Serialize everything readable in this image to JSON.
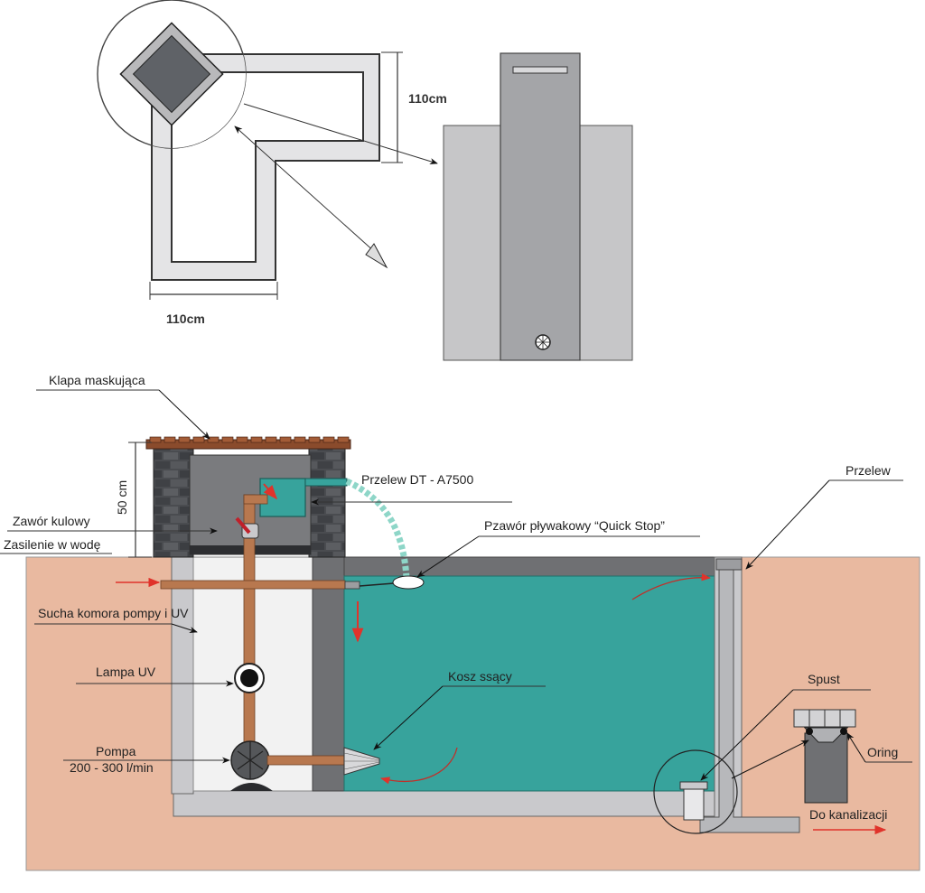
{
  "top": {
    "dim_vertical": "110cm",
    "dim_horizontal": "110cm"
  },
  "section": {
    "height_label": "50 cm",
    "labels": {
      "flap": "Klapa maskująca",
      "overflow_dt": "Przelew DT - A7500",
      "ball_valve": "Zawór kulowy",
      "water_supply": "Zasilenie w wodę",
      "float_valve": "Pzawór pływakowy “Quick Stop”",
      "dry_chamber": "Sucha komora pompy i UV",
      "uv_lamp": "Lampa UV",
      "suction_basket": "Kosz ssący",
      "pump": "Pompa",
      "pump_flow": "200 - 300 l/min",
      "overflow": "Przelew",
      "drain": "Spust",
      "oring": "Oring",
      "to_sewer": "Do kanalizacji"
    }
  },
  "colors": {
    "ground": "#e9b9a0",
    "water": "#37a39c",
    "pipe": "#b8784f",
    "concrete": "#c9c9cc",
    "dark_wall": "#6f7073",
    "wood": "#8a4b2c",
    "arrow_red": "#e0332b"
  }
}
